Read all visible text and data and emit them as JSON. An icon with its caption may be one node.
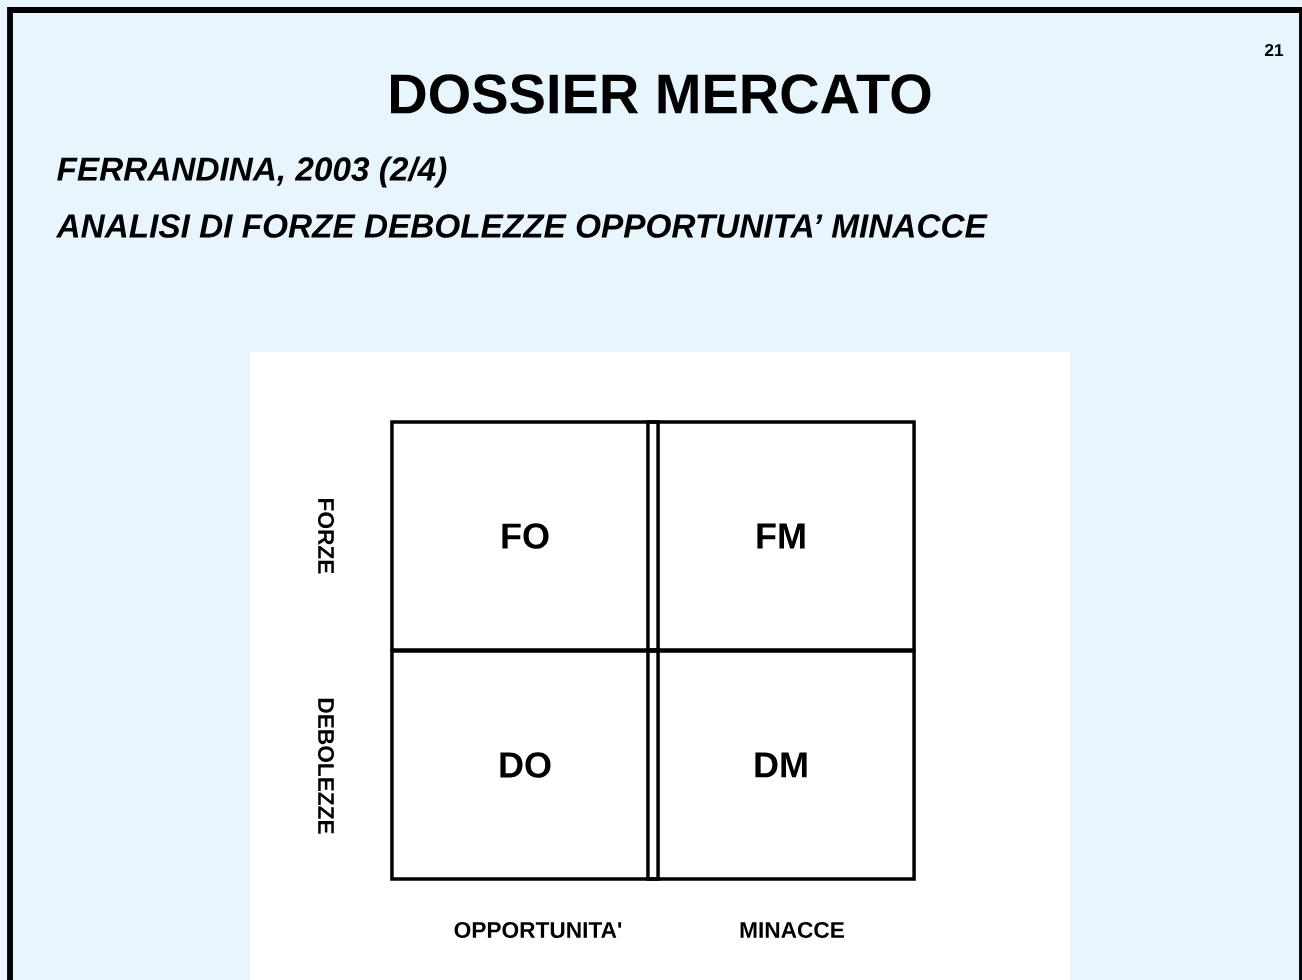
{
  "diagram": {
    "title": "DOSSIER MERCATO",
    "nodes": [
      {
        "text": [
          "FO"
        ]
      },
      {
        "text": [
          "FM"
        ]
      },
      {
        "text": [
          "DO"
        ]
      },
      {
        "text": [
          "DM"
        ]
      }
    ],
    "labels": [
      "21",
      "FERRANDINA, 2003 (2/4)",
      "ANALISI DI FORZE DEBOLEZZE OPPORTUNITA’ MINACCE",
      "FORZE",
      "DEBOLEZZE",
      "OPPORTUNITA'",
      "MINACCE"
    ]
  }
}
